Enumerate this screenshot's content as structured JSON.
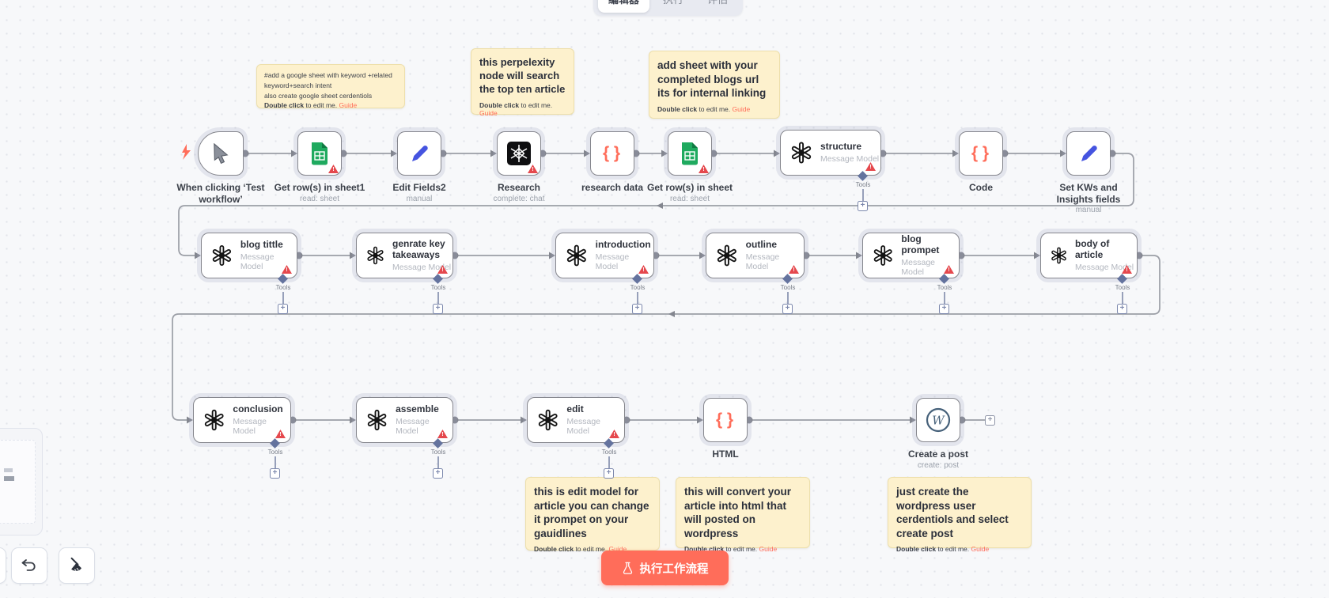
{
  "tabs": {
    "editor": "编辑器",
    "executions": "执行",
    "evaluations": "评估"
  },
  "canvas": {
    "tools_label": "Tools",
    "sticky_footer": {
      "bold": "Double click",
      "text": " to edit me. ",
      "link": "Guide"
    }
  },
  "sticky_notes": {
    "sheet_setup": {
      "lines": [
        "#add a google sheet with keyword +related",
        "keyword+search intent",
        "also create google sheet cerdentiols"
      ]
    },
    "perplexity": {
      "text": "this perpelexity node will search the top ten article"
    },
    "internal_linking": {
      "text": "add sheet with your completed blogs url its for internal linking"
    },
    "edit_model": {
      "text": "this is edit model for article you can change it prompet on your gauidlines"
    },
    "html_convert": {
      "text": "this will convert your article into html that will posted on wordpress"
    },
    "wordpress_post": {
      "text": "just create the wordpress user cerdentiols and select create post"
    }
  },
  "nodes": {
    "trigger": {
      "label": "When clicking ‘Test workflow’"
    },
    "sheet1": {
      "label": "Get row(s) in sheet1",
      "subtitle": "read: sheet"
    },
    "edit_fields2": {
      "label": "Edit Fields2",
      "subtitle": "manual"
    },
    "research": {
      "label": "Research",
      "subtitle": "complete: chat"
    },
    "research_data": {
      "label": "research data"
    },
    "sheet2": {
      "label": "Get row(s) in sheet",
      "subtitle": "read: sheet"
    },
    "structure": {
      "title": "structure",
      "subtitle": "Message Model"
    },
    "code": {
      "label": "Code"
    },
    "set_kws": {
      "label": "Set KWs and Insights fields",
      "subtitle": "manual"
    },
    "blog_title": {
      "title": "blog tittle",
      "subtitle": "Message Model"
    },
    "takeaways": {
      "title": "genrate key takeaways",
      "subtitle": "Message Model"
    },
    "introduction": {
      "title": "introduction",
      "subtitle": "Message Model"
    },
    "outline": {
      "title": "outline",
      "subtitle": "Message Model"
    },
    "blog_prompet": {
      "title": "blog prompet",
      "subtitle": "Message Model"
    },
    "body_article": {
      "title": "body of article",
      "subtitle": "Message Model"
    },
    "conclusion": {
      "title": "conclusion",
      "subtitle": "Message Model"
    },
    "assemble": {
      "title": "assemble",
      "subtitle": "Message Model"
    },
    "edit": {
      "title": "edit",
      "subtitle": "Message Model"
    },
    "html": {
      "label": "HTML"
    },
    "wordpress": {
      "label": "Create a post",
      "subtitle": "create: post"
    }
  },
  "execute_button": {
    "label": "执行工作流程"
  },
  "colors": {
    "accent_red": "#ff6d5a",
    "sheets_green": "#1faa5f",
    "pencil_blue": "#4554e0",
    "warning_red": "#e5484d",
    "sticky_bg": "#fdf1cd"
  }
}
